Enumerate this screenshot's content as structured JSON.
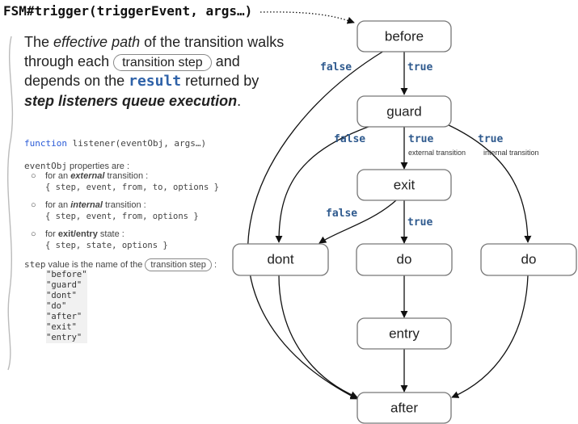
{
  "title": "FSM#trigger(triggerEvent, args…)",
  "intro": {
    "t1": "The ",
    "t2": "effective path",
    "t3": " of the transition walks through each ",
    "pill": "transition step",
    "t4": " and depends on the ",
    "result": "result",
    "t5": " returned by ",
    "t6": "step listeners queue execution",
    "t7": "."
  },
  "signature": {
    "keyword": "function",
    "rest": " listener(eventObj, args…)"
  },
  "props_intro": {
    "code": "eventObj",
    "text": " properties are :"
  },
  "bullets": [
    {
      "pre": "for an ",
      "em": "external",
      "post": " transition :",
      "code": "{ step, event, from, to, options }"
    },
    {
      "pre": "for an ",
      "em": "internal",
      "post": " transition :",
      "code": "{ step, event, from, options }"
    },
    {
      "pre": "for ",
      "em": "exit/entry",
      "post": " state :",
      "code": "{ step, state, options }"
    }
  ],
  "bullet_marker": "○",
  "step_line": {
    "code": "step",
    "text": " value is the name of the ",
    "pill": "transition step",
    "colon": " :"
  },
  "step_values": [
    "\"before\"",
    "\"guard\"",
    "\"dont\"",
    "\"do\"",
    "\"after\"",
    "\"exit\"",
    "\"entry\""
  ],
  "nodes": {
    "before": "before",
    "guard": "guard",
    "exit": "exit",
    "dont": "dont",
    "do_mid": "do",
    "do_right": "do",
    "entry": "entry",
    "after": "after"
  },
  "labels": {
    "before_false": "false",
    "before_true": "true",
    "guard_false": "false",
    "guard_true_ext": "true",
    "guard_true_int": "true",
    "exit_false": "false",
    "exit_true": "true",
    "external": "external transition",
    "internal": "internal transition"
  }
}
